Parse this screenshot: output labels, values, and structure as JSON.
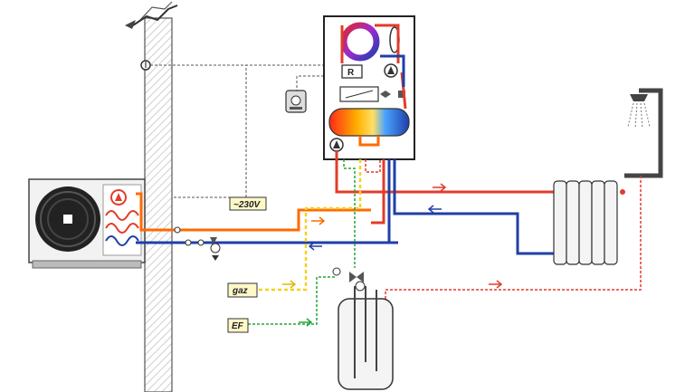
{
  "labels": {
    "voltage": "~230V",
    "gas": "gaz",
    "cold_water": "EF",
    "boiler_r": "R"
  },
  "colors": {
    "hot_pipe": "#e23c2a",
    "cold_pipe": "#1f3fa8",
    "refrigerant": "#ff6a00",
    "gas_line": "#f2d21b",
    "cold_water_line": "#2aa33a",
    "electric_line": "#555555",
    "label_bg": "#fff8c8"
  },
  "icons": {
    "outdoor_unit": "heat-pump-outdoor-unit-icon",
    "boiler": "boiler-icon",
    "radiator": "radiator-icon",
    "shower": "shower-icon",
    "tank": "hot-water-tank-icon",
    "thermostat": "thermostat-icon",
    "weather_vane": "weather-vane-icon"
  }
}
